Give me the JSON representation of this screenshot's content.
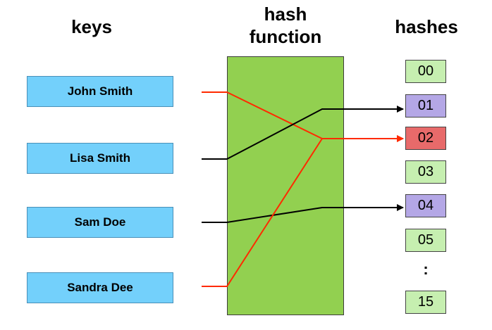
{
  "headings": {
    "keys": "keys",
    "hash_function_line1": "hash",
    "hash_function_line2": "function",
    "hashes": "hashes"
  },
  "keys": [
    "John Smith",
    "Lisa Smith",
    "Sam Doe",
    "Sandra Dee"
  ],
  "hashes": [
    "00",
    "01",
    "02",
    "03",
    "04",
    "05",
    "15"
  ],
  "ellipsis": ":",
  "mappings": [
    {
      "key": "John Smith",
      "hash": "02",
      "color": "#ff2a00"
    },
    {
      "key": "Lisa Smith",
      "hash": "01",
      "color": "#000000"
    },
    {
      "key": "Sam Doe",
      "hash": "04",
      "color": "#000000"
    },
    {
      "key": "Sandra Dee",
      "hash": "02",
      "color": "#ff2a00"
    }
  ],
  "colors": {
    "key_fill": "#73d0fb",
    "hash_function_fill": "#92d050",
    "hash_default_fill": "#c6efb0",
    "hash_collision_fill": "#e86a6a",
    "hash_used_fill": "#b4a7e6"
  },
  "hash_fills": {
    "00": "#c6efb0",
    "01": "#b4a7e6",
    "02": "#e86a6a",
    "03": "#c6efb0",
    "04": "#b4a7e6",
    "05": "#c6efb0",
    "15": "#c6efb0"
  }
}
